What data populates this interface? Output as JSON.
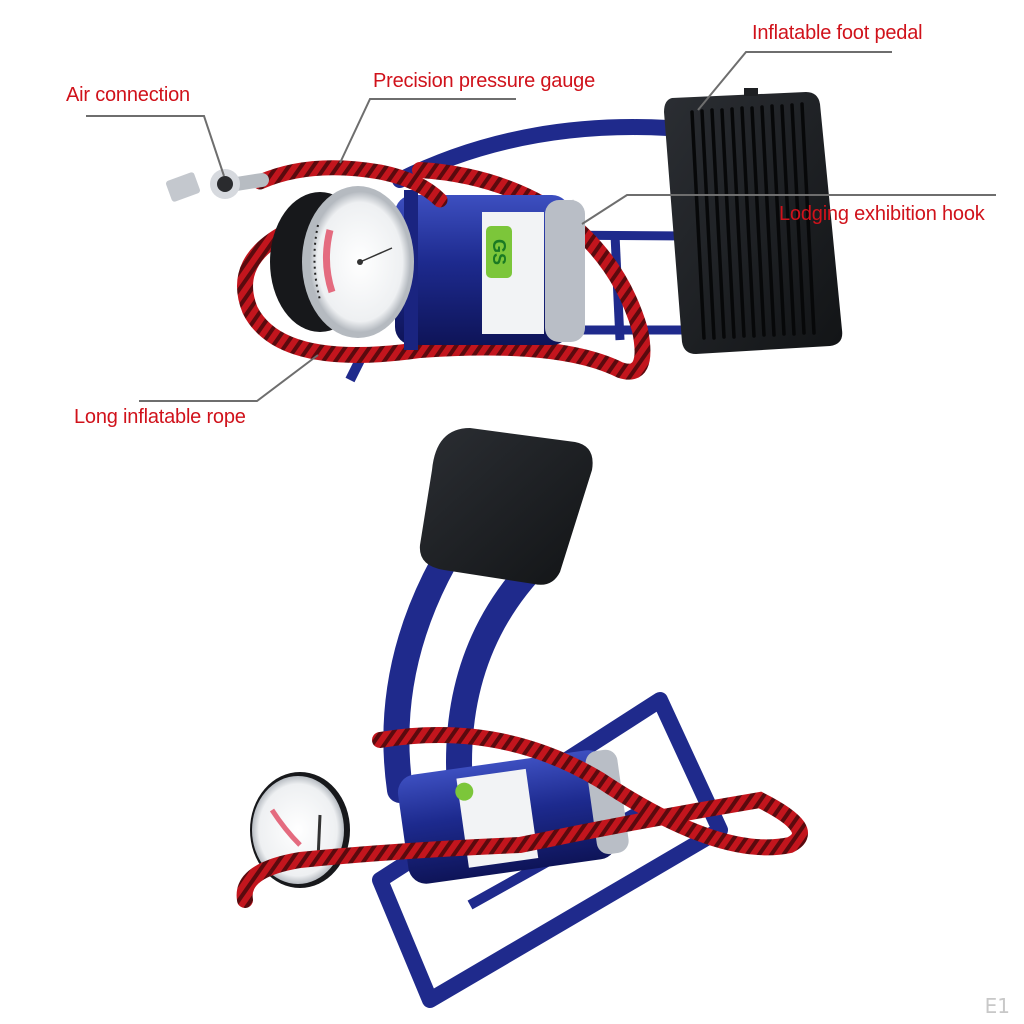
{
  "callouts": {
    "air_connection": "Air connection",
    "pressure_gauge": "Precision pressure gauge",
    "foot_pedal": "Inflatable foot pedal",
    "exhibition_hook": "Lodging exhibition hook",
    "inflatable_rope": "Long inflatable rope"
  },
  "product": {
    "cylinder_logo": "GS"
  },
  "colors": {
    "label_text": "#d0121b",
    "leader_line": "#6e6e6e",
    "frame_blue": "#1f2a8c",
    "hose_red": "#c0141c",
    "pedal_black": "#1d1f22"
  },
  "watermark": "E1"
}
